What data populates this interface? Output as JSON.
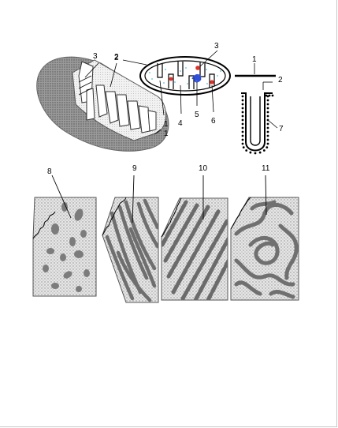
{
  "labels": {
    "mito3d_top": "3",
    "mito3d_outer": "2",
    "mito3d_crista": "1",
    "section_granule": "3",
    "section_outer": "2",
    "section_crista": "1",
    "section_matrix": "4",
    "section_dna": "5",
    "section_ribosome": "6",
    "membrane_outer": "1",
    "membrane_inner": "2",
    "membrane_particles": "7",
    "panel_a": "8",
    "panel_b": "9",
    "panel_c": "10",
    "panel_d": "11"
  },
  "colors": {
    "granule_red": "#e0302a",
    "dna_blue": "#2f4fd8",
    "ribosome_cyan": "#7ccfe8",
    "stipple_gray": "#9a9a9a",
    "mito_body": "#8c8c8c"
  }
}
